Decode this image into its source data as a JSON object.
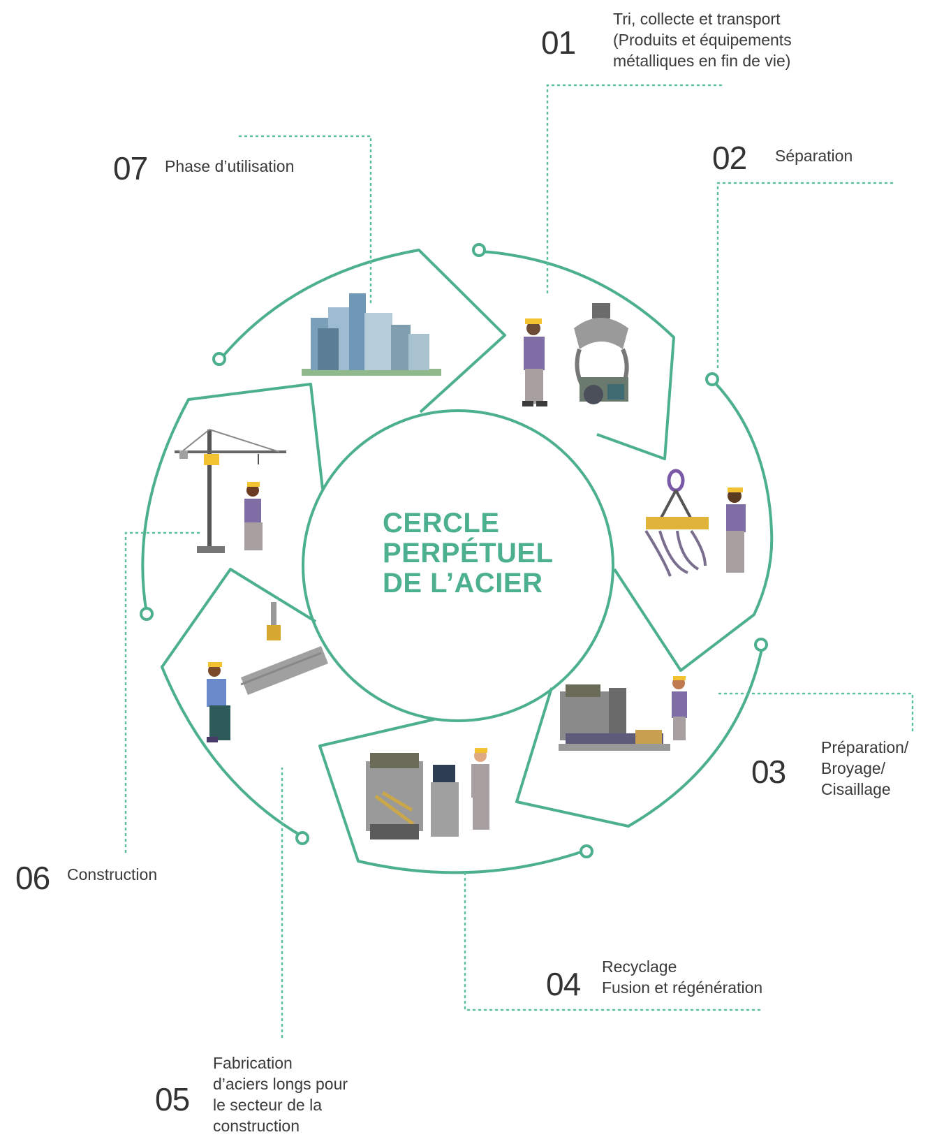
{
  "title": {
    "line1": "CERCLE",
    "line2": "PERPÉTUEL",
    "line3": "DE L’ACIER"
  },
  "steps": [
    {
      "number": "01",
      "lines": [
        "Tri, collecte et transport",
        "(Produits et équipements",
        "métalliques en fin de vie)"
      ]
    },
    {
      "number": "02",
      "lines": [
        "Séparation"
      ]
    },
    {
      "number": "03",
      "lines": [
        "Préparation/",
        "Broyage/",
        "Cisaillage"
      ]
    },
    {
      "number": "04",
      "lines": [
        "Recyclage",
        "Fusion et régénération"
      ]
    },
    {
      "number": "05",
      "lines": [
        "Fabrication",
        "d’aciers longs pour",
        "le secteur de la",
        "construction"
      ]
    },
    {
      "number": "06",
      "lines": [
        "Construction"
      ]
    },
    {
      "number": "07",
      "lines": [
        "Phase d’utilisation"
      ]
    }
  ],
  "colors": {
    "accent": "#4caf8f",
    "text": "#3a3a3a",
    "dotted": "#5cc0a0"
  }
}
